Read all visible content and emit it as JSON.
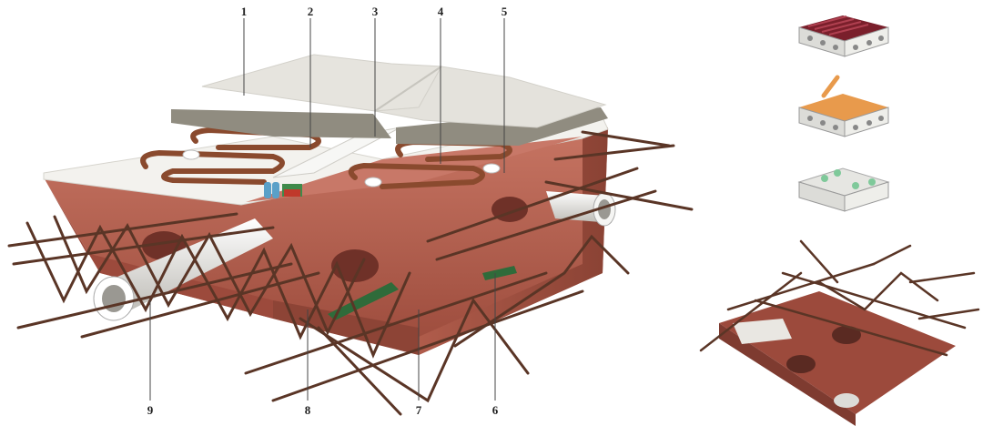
{
  "callouts": [
    "1",
    "2",
    "3",
    "4",
    "5",
    "6",
    "7",
    "8",
    "9"
  ],
  "colors": {
    "brick": "#b5614f",
    "brick_dark": "#7e3b30",
    "brick_light": "#cc7a66",
    "rebar": "#5a3526",
    "panel": "#eeeeea",
    "screed": "#8f8b80",
    "slab": "#e2e0da",
    "pipe_heating": "#8a4a2e",
    "conduit": "#e9e7e2",
    "cable_green": "#3f8a4a",
    "cable_red": "#c0392b",
    "cable_blue": "#5aa0c8",
    "module_orange": "#e89a4c",
    "module_maroon": "#7a1f2b",
    "module_grey": "#dcdcd8"
  },
  "icons": [
    "radiant-panel-module-icon",
    "insulation-board-module-icon",
    "conduit-cross-module-icon",
    "slab-underside-view-icon"
  ]
}
